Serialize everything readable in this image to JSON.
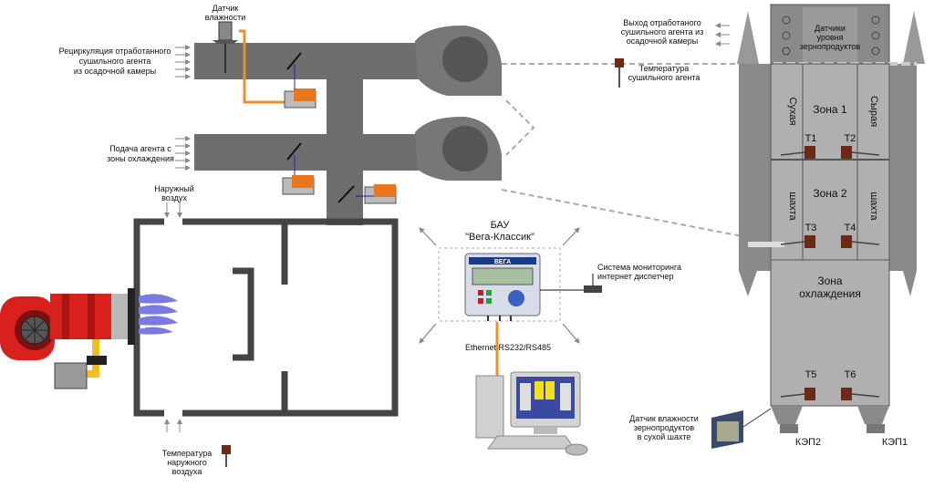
{
  "labels": {
    "humidity_sensor": [
      "Датчик",
      "влажности"
    ],
    "recirculation": [
      "Рециркуляция отработанного",
      "сушильного агента",
      "из осадочной камеры"
    ],
    "cooling_supply": [
      "Подача агента с",
      "зоны охлаждения"
    ],
    "outside_air": [
      "Наружный",
      "воздух"
    ],
    "outside_temp": [
      "Температура",
      "наружного",
      "воздуха"
    ],
    "exhaust": [
      "Выход отработаного",
      "сушильного агента из",
      "осадочной камеры"
    ],
    "drying_temp": [
      "Температура",
      "сушильного агента"
    ],
    "level_sensors": [
      "Датчики",
      "уровня",
      "зернопродуктов"
    ],
    "controller_title": [
      "БАУ",
      "\"Вега-Классик\""
    ],
    "monitoring": [
      "Система мониторинга",
      "интернет диспетчер"
    ],
    "ports": "Ethernet  RS232/RS485",
    "grain_humidity": [
      "Датчик влажности",
      "зернопродуктов",
      "в сухой шахте"
    ],
    "dry_shaft": "Сухая",
    "wet_shaft": "Сырая",
    "zone1": "Зона 1",
    "zone2": "Зона 2",
    "shaft_left": "шахта",
    "shaft_right": "шахта",
    "cooling_zone": [
      "Зона",
      "охлаждения"
    ],
    "t1": "Т1",
    "t2": "Т2",
    "t3": "Т3",
    "t4": "Т4",
    "t5": "Т5",
    "t6": "Т6",
    "kep2": "КЭП2",
    "kep1": "КЭП1",
    "vega_logo": "ВЕГА"
  },
  "colors": {
    "duct": "#6e6e6e",
    "shaft": "#8a8a8a",
    "shaft_light": "#b4b4b4",
    "burner": "#d8201c",
    "actuator": "#e8761c",
    "wire_blue": "#2020c0",
    "wire_orange": "#e89030",
    "fan_gray": "#777777"
  },
  "icons": [
    "humidity-sensor-icon",
    "damper-actuator-icon",
    "burner-icon",
    "flame-icon",
    "thermocouple-icon",
    "controller-icon",
    "computer-icon",
    "humidity-meter-icon",
    "antenna-icon"
  ]
}
